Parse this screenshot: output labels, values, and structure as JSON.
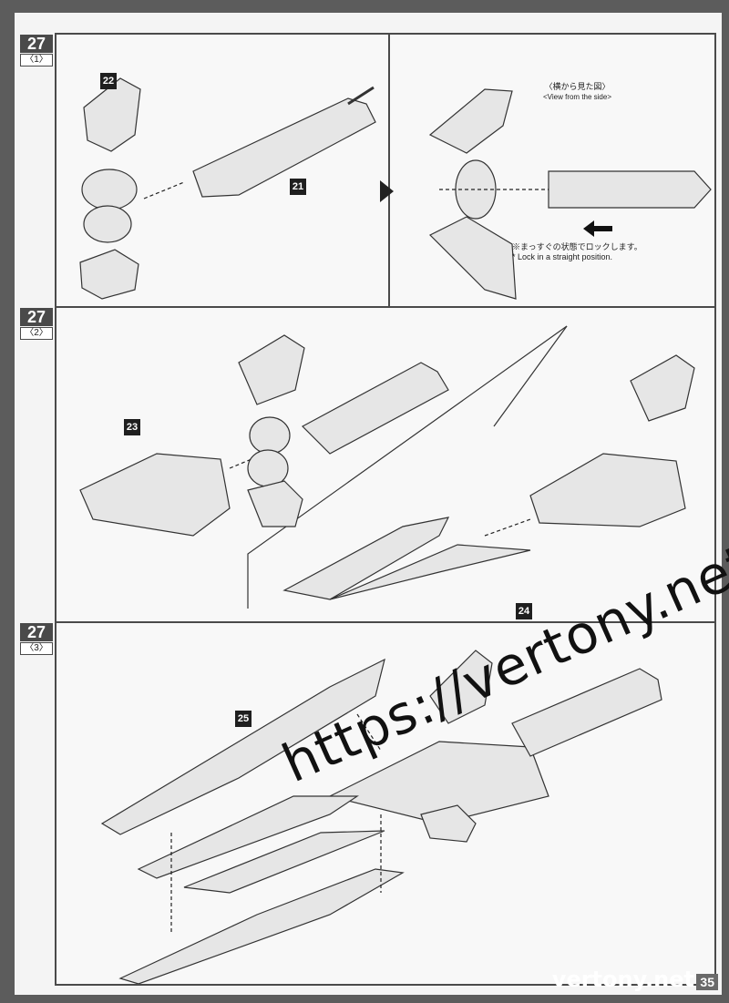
{
  "steps": [
    {
      "number": "27",
      "sub": "〈1〉"
    },
    {
      "number": "27",
      "sub": "〈2〉"
    },
    {
      "number": "27",
      "sub": "〈3〉"
    }
  ],
  "parts": {
    "p21": "21",
    "p22": "22",
    "p23": "23",
    "p24": "24",
    "p25": "25"
  },
  "side_view": {
    "title_jp": "〈横から見た図〉",
    "title_en": "<View from the side>"
  },
  "lock_note": {
    "jp": "※まっすぐの状態でロックします。",
    "en": "* Lock in a straight position."
  },
  "watermark": "https://vertony.net/",
  "brand": "vertony.net",
  "page_number": "35"
}
